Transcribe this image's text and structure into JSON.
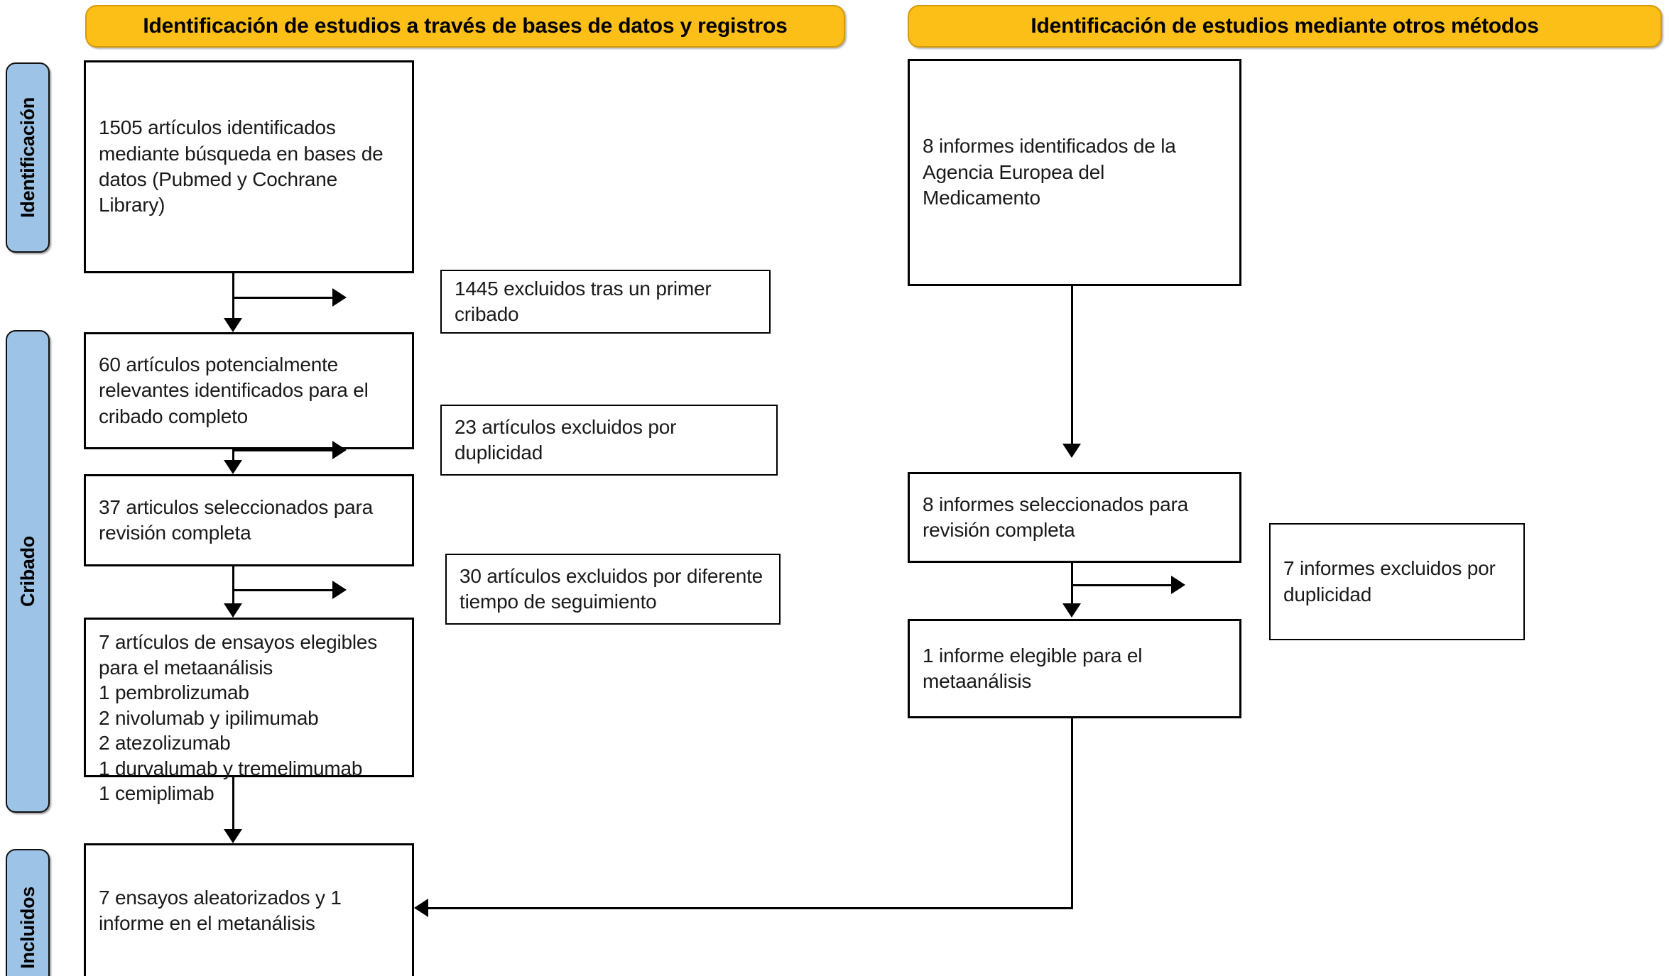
{
  "diagram": {
    "type": "prisma-flow-diagram",
    "language": "es",
    "colors": {
      "banner_fill": "#FCBF18",
      "banner_border": "#D79B0A",
      "stage_pill_fill": "#9DC3E6",
      "stage_pill_border": "#111111",
      "box_border": "#000000",
      "box_fill": "#FFFFFF",
      "connector": "#000000"
    },
    "banners": [
      {
        "id": "databases",
        "label": "Identificación de estudios a través de bases de datos y registros"
      },
      {
        "id": "other-methods",
        "label": "Identificación de estudios mediante otros métodos"
      }
    ],
    "stages": [
      {
        "id": "identificacion",
        "label": "Identificación"
      },
      {
        "id": "cribado",
        "label": "Cribado"
      },
      {
        "id": "incluidos",
        "label": "Incluidos"
      }
    ],
    "left_column": {
      "identified": "1505 artículos identificados mediante búsqueda en bases de datos (Pubmed y Cochrane Library)",
      "potentially_relevant": "60 artículos potencialmente relevantes identificados para el cribado completo",
      "selected_full_review": "37 articulos seleccionados para revisión completa",
      "eligible_trials": "7 artículos de ensayos elegibles para el metaanálisis\n1 pembrolizumab\n2 nivolumab y ipilimumab\n2 atezolizumab\n1 durvalumab y tremelimumab\n1 cemiplimab",
      "included_final": "7 ensayos aleatorizados y 1 informe en el metanálisis"
    },
    "left_exclusions": [
      {
        "id": "first-screen",
        "label": "1445 excluidos tras un primer cribado"
      },
      {
        "id": "duplicates",
        "label": "23 artículos excluidos por duplicidad"
      },
      {
        "id": "follow-up-time",
        "label": "30 artículos excluidos por diferente tiempo de seguimiento"
      }
    ],
    "right_column": {
      "identified": "8 informes identificados de la Agencia Europea del Medicamento",
      "selected_full_review": "8 informes seleccionados para revisión completa",
      "eligible": "1 informe elegible para el metaanálisis"
    },
    "right_exclusions": [
      {
        "id": "duplicates-reports",
        "label": "7 informes excluidos por duplicidad"
      }
    ],
    "counts": {
      "records_identified_databases": 1505,
      "excluded_first_screening": 1445,
      "potentially_relevant": 60,
      "excluded_duplicates": 23,
      "selected_full_review": 37,
      "excluded_follow_up_time": 30,
      "eligible_trials": 7,
      "reports_identified_ema": 8,
      "reports_selected_full_review": 8,
      "reports_excluded_duplicates": 7,
      "reports_eligible": 1,
      "final_trials": 7,
      "final_reports": 1
    }
  }
}
